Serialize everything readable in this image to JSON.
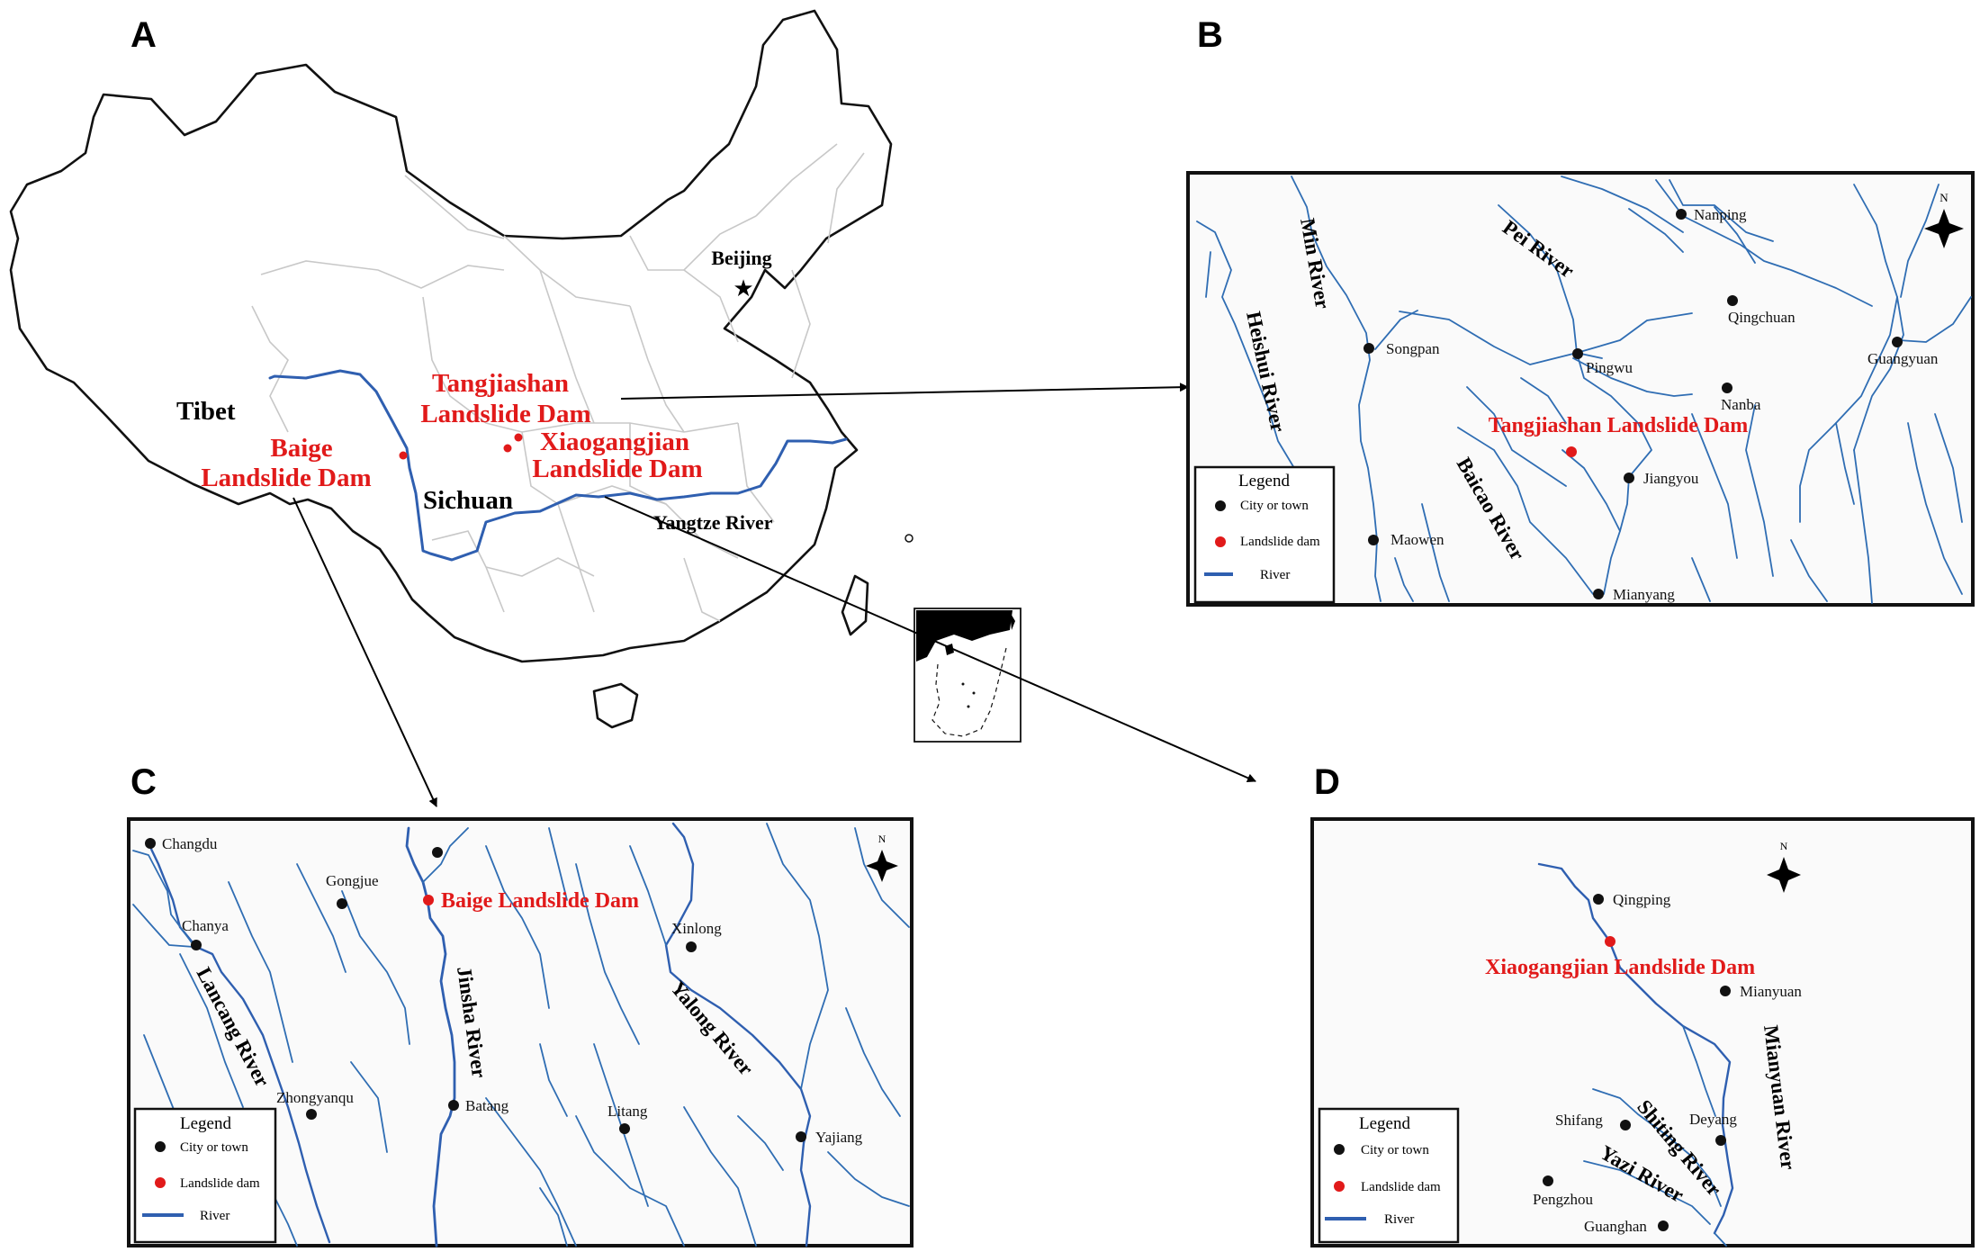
{
  "panels": {
    "a": "A",
    "b": "B",
    "c": "C",
    "d": "D"
  },
  "panel_a": {
    "capital": "Beijing",
    "regions": [
      "Tibet",
      "Sichuan"
    ],
    "river": "Yangtze River",
    "dams": [
      {
        "line1": "Tangjiashan",
        "line2": "Landslide Dam"
      },
      {
        "line1": "Baige",
        "line2": "Landslide Dam"
      },
      {
        "line1": "Xiaogangjian",
        "line2": "Landslide Dam"
      }
    ]
  },
  "panel_b": {
    "north": "N",
    "rivers": [
      "Min River",
      "Pei River",
      "Heishui River",
      "Baicao River"
    ],
    "towns": [
      "Nanping",
      "Qingchuan",
      "Guangyuan",
      "Songpan",
      "Pingwu",
      "Nanba",
      "Jiangyou",
      "Maowen",
      "Mianyang"
    ],
    "dam": "Tangjiashan Landslide Dam",
    "legend": {
      "title": "Legend",
      "city": "City or town",
      "dam": "Landslide dam",
      "river": "River"
    }
  },
  "panel_c": {
    "north": "N",
    "rivers": [
      "Lancang River",
      "Jinsha River",
      "Yalong River"
    ],
    "towns": [
      "Changdu",
      "Gongjue",
      "Chanya",
      "Xinlong",
      "Zhongyanqu",
      "Batang",
      "Litang",
      "Yajiang"
    ],
    "dam": "Baige Landslide Dam",
    "legend": {
      "title": "Legend",
      "city": "City or town",
      "dam": "Landslide dam",
      "river": "River"
    }
  },
  "panel_d": {
    "north": "N",
    "rivers": [
      "Mianyuan River",
      "Shiting River",
      "Yazi River"
    ],
    "towns": [
      "Qingping",
      "Mianyuan",
      "Shifang",
      "Deyang",
      "Pengzhou",
      "Guanghan"
    ],
    "dam": "Xiaogangjian Landslide Dam",
    "legend": {
      "title": "Legend",
      "city": "City or town",
      "dam": "Landslide dam",
      "river": "River"
    }
  },
  "colors": {
    "river": "#2f6db3",
    "dam": "#e11a1a",
    "province_border": "#c8c8c8",
    "border": "#111111"
  }
}
